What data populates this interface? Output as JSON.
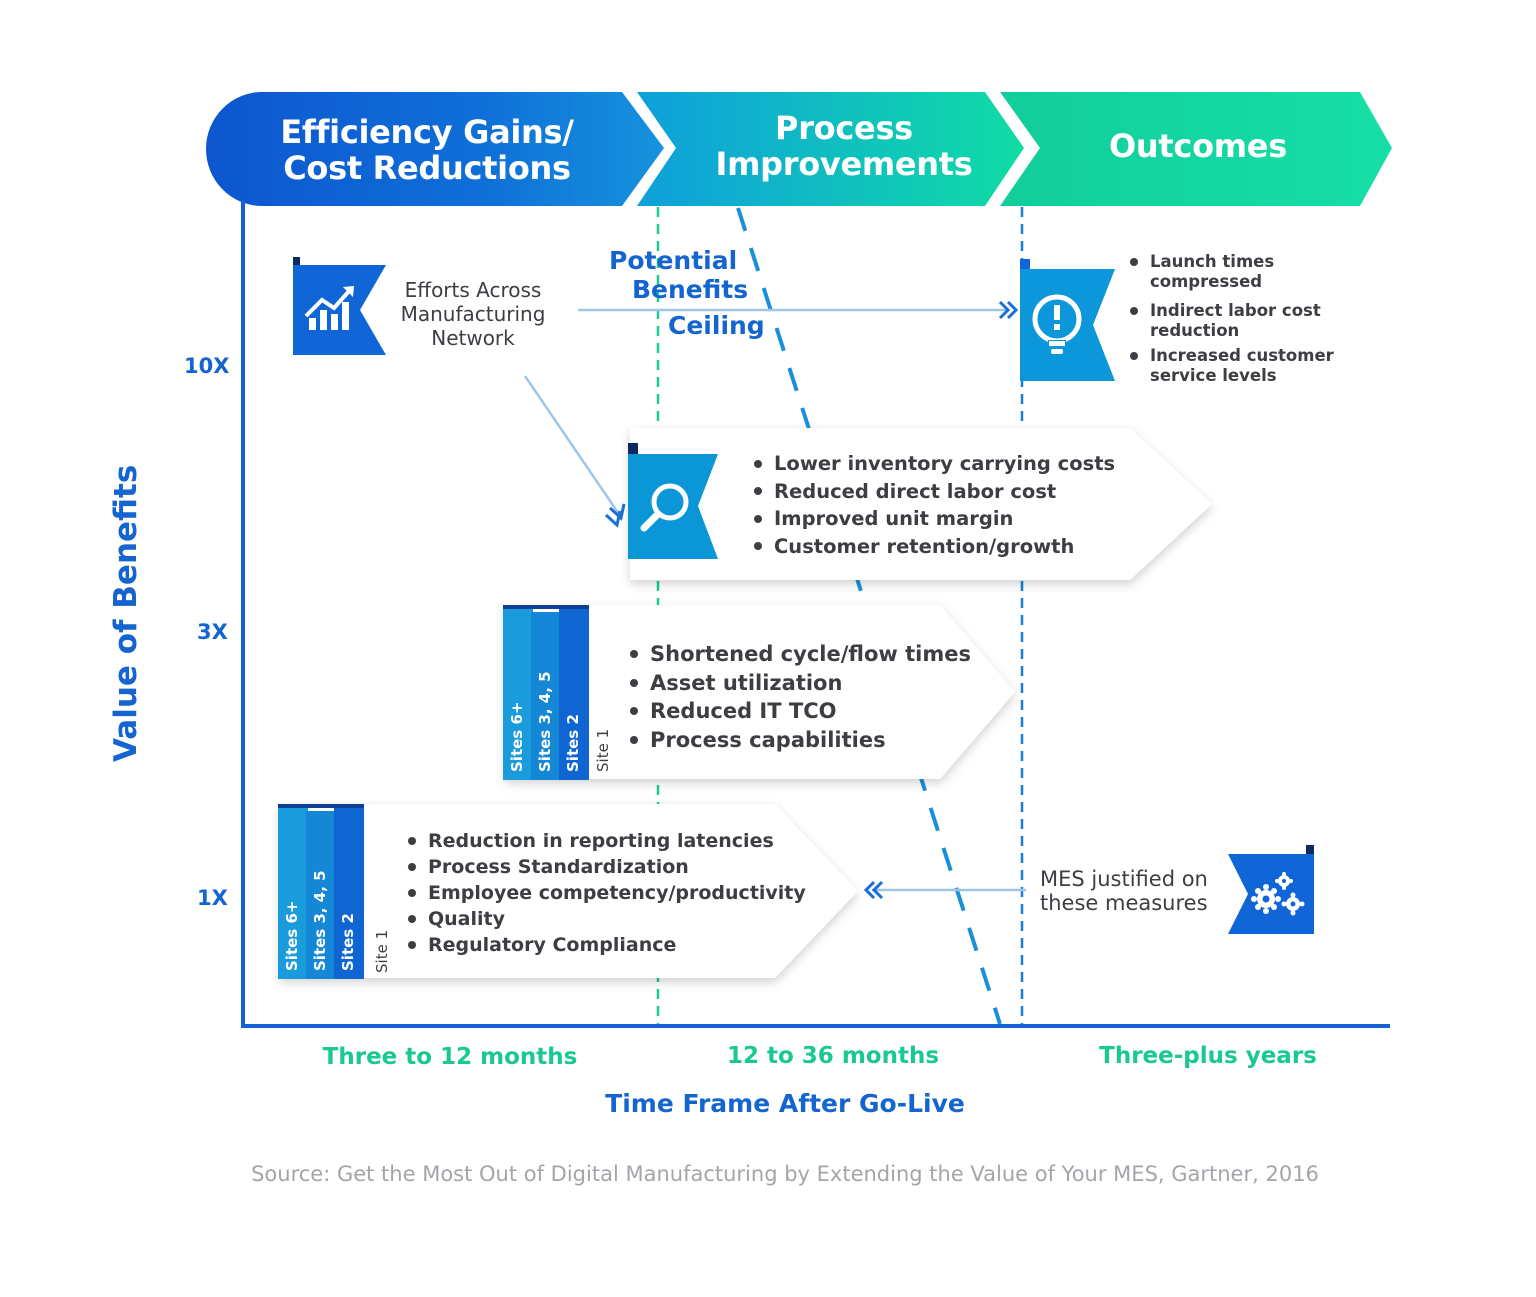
{
  "phases": [
    {
      "line1": "Efficiency Gains/",
      "line2": "Cost Reductions"
    },
    {
      "line1": "Process",
      "line2": "Improvements"
    },
    {
      "line1": "Outcomes"
    }
  ],
  "y_axis": {
    "label": "Value of Benefits",
    "ticks": [
      "10X",
      "3X",
      "1X"
    ]
  },
  "x_axis": {
    "label": "Time Frame After Go-Live",
    "periods": [
      "Three to 12 months",
      "12 to 36 months",
      "Three-plus years"
    ]
  },
  "ceiling": {
    "line1": "Potential",
    "line2": "Benefits",
    "line3": "Ceiling"
  },
  "efforts_card": {
    "line1": "Efforts Across",
    "line2": "Manufacturing",
    "line3": "Network"
  },
  "outcomes_card": {
    "items": [
      {
        "line1": "Launch times",
        "line2": "compressed"
      },
      {
        "line1": "Indirect labor cost",
        "line2": "reduction"
      },
      {
        "line1": "Increased customer",
        "line2": "service levels"
      }
    ]
  },
  "process_card": {
    "items": [
      "Lower inventory carrying costs",
      "Reduced direct labor cost",
      "Improved unit margin",
      "Customer retention/growth"
    ]
  },
  "three_x_card": {
    "sites": [
      "Sites 6+",
      "Sites 3, 4, 5",
      "Sites 2",
      "Site 1"
    ],
    "items": [
      "Shortened cycle/flow times",
      "Asset utilization",
      "Reduced IT TCO",
      "Process capabilities"
    ]
  },
  "one_x_card": {
    "sites": [
      "Sites 6+",
      "Sites 3, 4, 5",
      "Sites 2",
      "Site 1"
    ],
    "items": [
      "Reduction in reporting latencies",
      "Process Standardization",
      "Employee competency/productivity",
      "Quality",
      "Regulatory Compliance"
    ]
  },
  "mes_card": {
    "line1": "MES justified on",
    "line2": "these measures"
  },
  "source": "Source: Get the Most Out of Digital Manufacturing by Extending the Value of Your MES, Gartner, 2016",
  "icons": [
    "trend-chart-icon",
    "lightbulb-icon",
    "magnifier-icon",
    "gears-icon",
    "chevron-double-right-icon",
    "chevron-double-left-icon"
  ],
  "colors": {
    "deep_blue": "#1060d4",
    "mid_blue": "#0aa0de",
    "green": "#15d3a0",
    "axis_label_green": "#19c893",
    "dark_text": "#3d3e43"
  }
}
